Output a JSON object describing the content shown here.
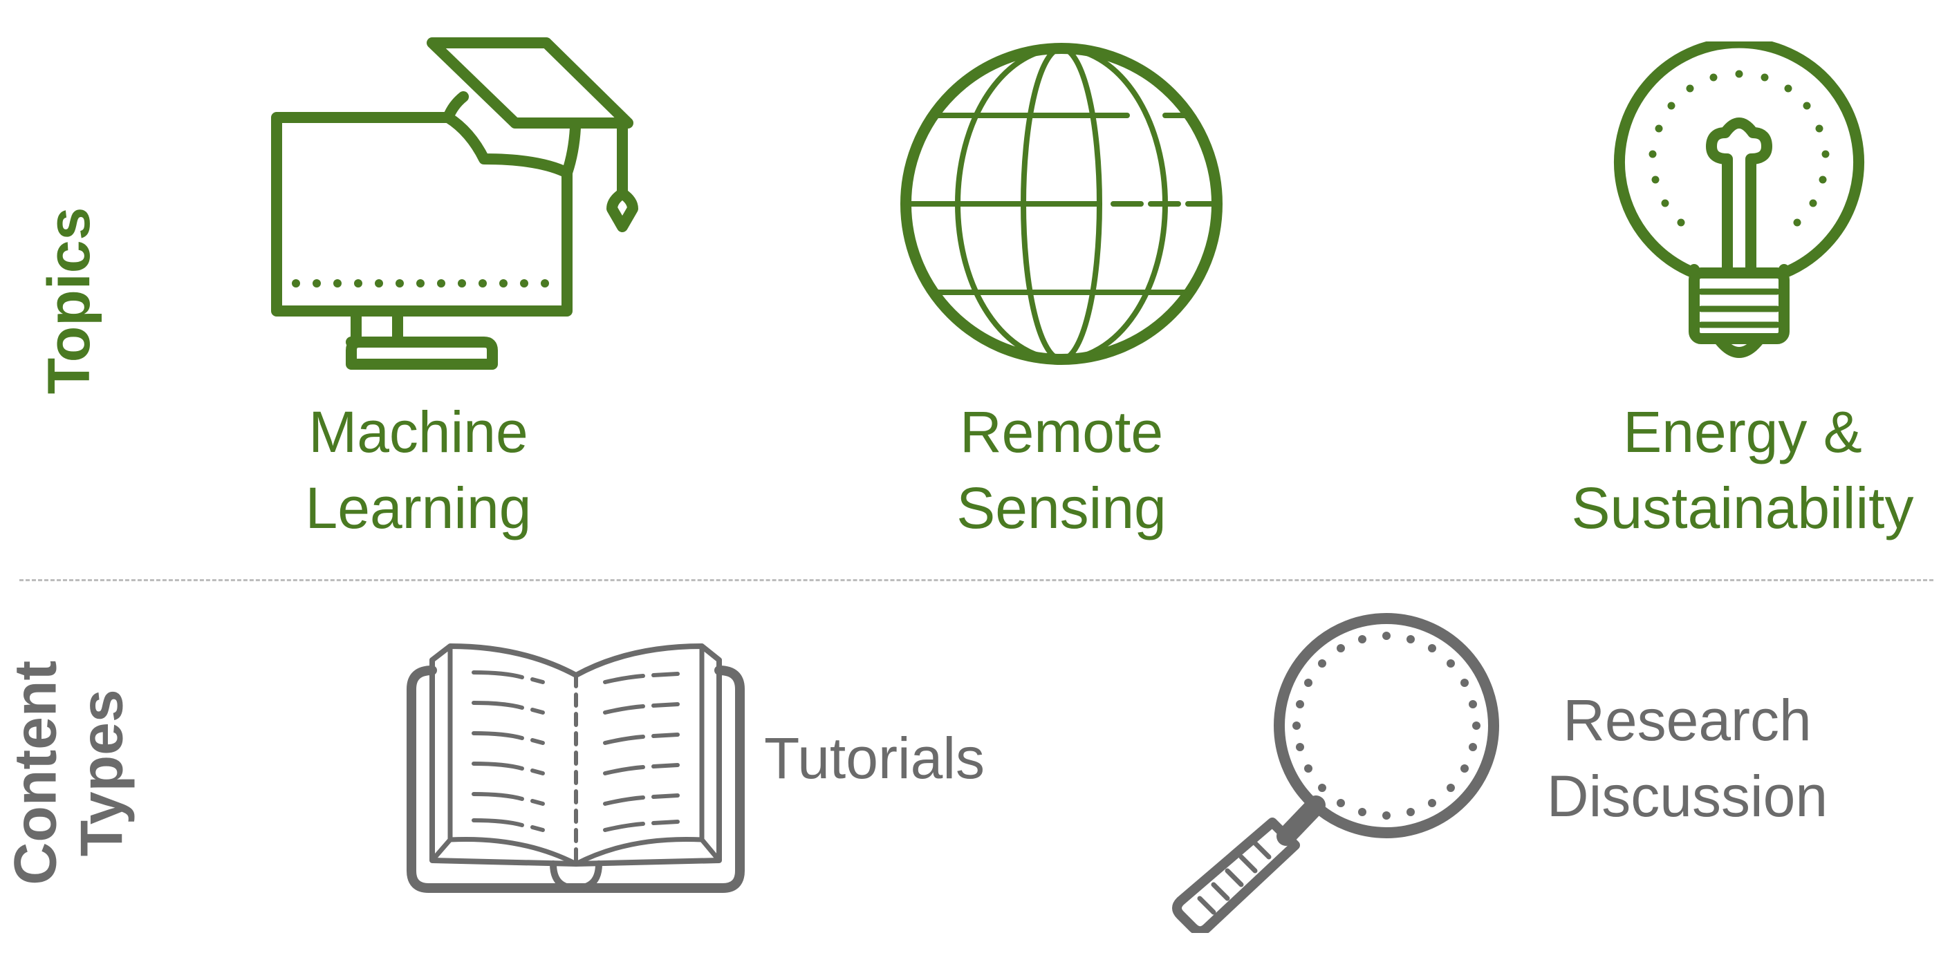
{
  "sections": {
    "topics": {
      "title": "Topics",
      "color": "#4a7a22",
      "items": [
        {
          "line1": "Machine",
          "line2": "Learning",
          "icon": "graduation-computer-icon"
        },
        {
          "line1": "Remote",
          "line2": "Sensing",
          "icon": "globe-icon"
        },
        {
          "line1": "Energy &",
          "line2": "Sustainability",
          "icon": "lightbulb-icon"
        }
      ]
    },
    "content_types": {
      "title_line1": "Content",
      "title_line2": "Types",
      "color": "#6b6b6b",
      "items": [
        {
          "line1": "Tutorials",
          "icon": "open-book-icon"
        },
        {
          "line1": "Research",
          "line2": "Discussion",
          "icon": "magnifying-glass-icon"
        }
      ]
    }
  }
}
